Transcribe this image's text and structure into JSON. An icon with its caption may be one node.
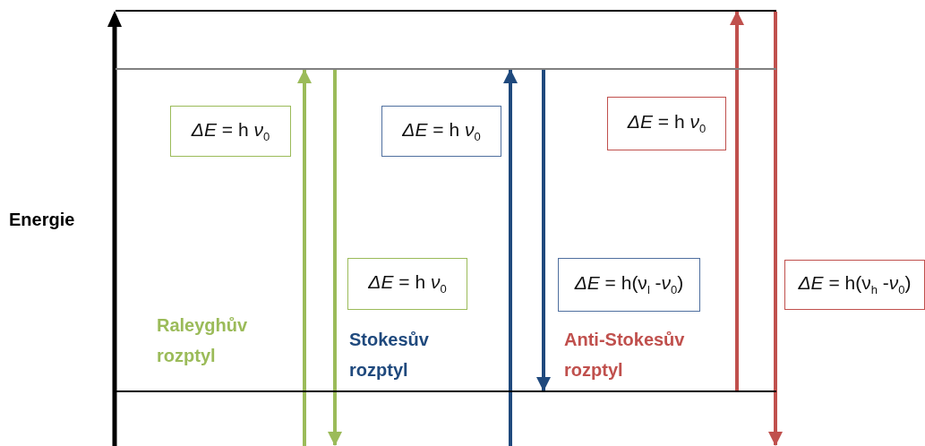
{
  "diagram": {
    "nodes": [
      {
        "text": [
          "*ΔE* = h *ν*$_{0}$"
        ]
      },
      {
        "text": [
          "*ΔE* = h *ν*$_{0}$"
        ]
      },
      {
        "text": [
          "*ΔE* = h *ν*$_{0}$"
        ]
      },
      {
        "text": [
          "*ΔE* = h *ν*$_{0}$"
        ]
      },
      {
        "text": [
          "*ΔE* = h(ν$_{l}$ -*ν*$_{0}$)"
        ]
      },
      {
        "text": [
          "*ΔE* = h(ν$_{h}$ -*ν*$_{0}$)"
        ]
      },
      {
        "text": [],
        "shape": "bar"
      },
      {
        "text": [],
        "shape": "bar"
      },
      {
        "text": [],
        "shape": "bar"
      }
    ],
    "edges": [
      {
        "from": null,
        "to": 7,
        "arrow": "to",
        "color": "#9bbb59"
      },
      {
        "from": 7,
        "to": null,
        "arrow": "to",
        "color": "#9bbb59"
      },
      {
        "from": null,
        "to": 7,
        "arrow": "to",
        "color": "#1f497d"
      },
      {
        "from": 7,
        "to": 8,
        "arrow": "to",
        "color": "#1f497d"
      },
      {
        "from": 8,
        "to": 6,
        "arrow": "to",
        "color": "#c0504d"
      },
      {
        "from": 6,
        "to": null,
        "arrow": "to",
        "color": "#c0504d"
      }
    ],
    "labels": [
      "Energie",
      "Raleyghův rozptyl",
      "Stokesův rozptyl",
      "Anti-Stokesův rozptyl"
    ]
  }
}
